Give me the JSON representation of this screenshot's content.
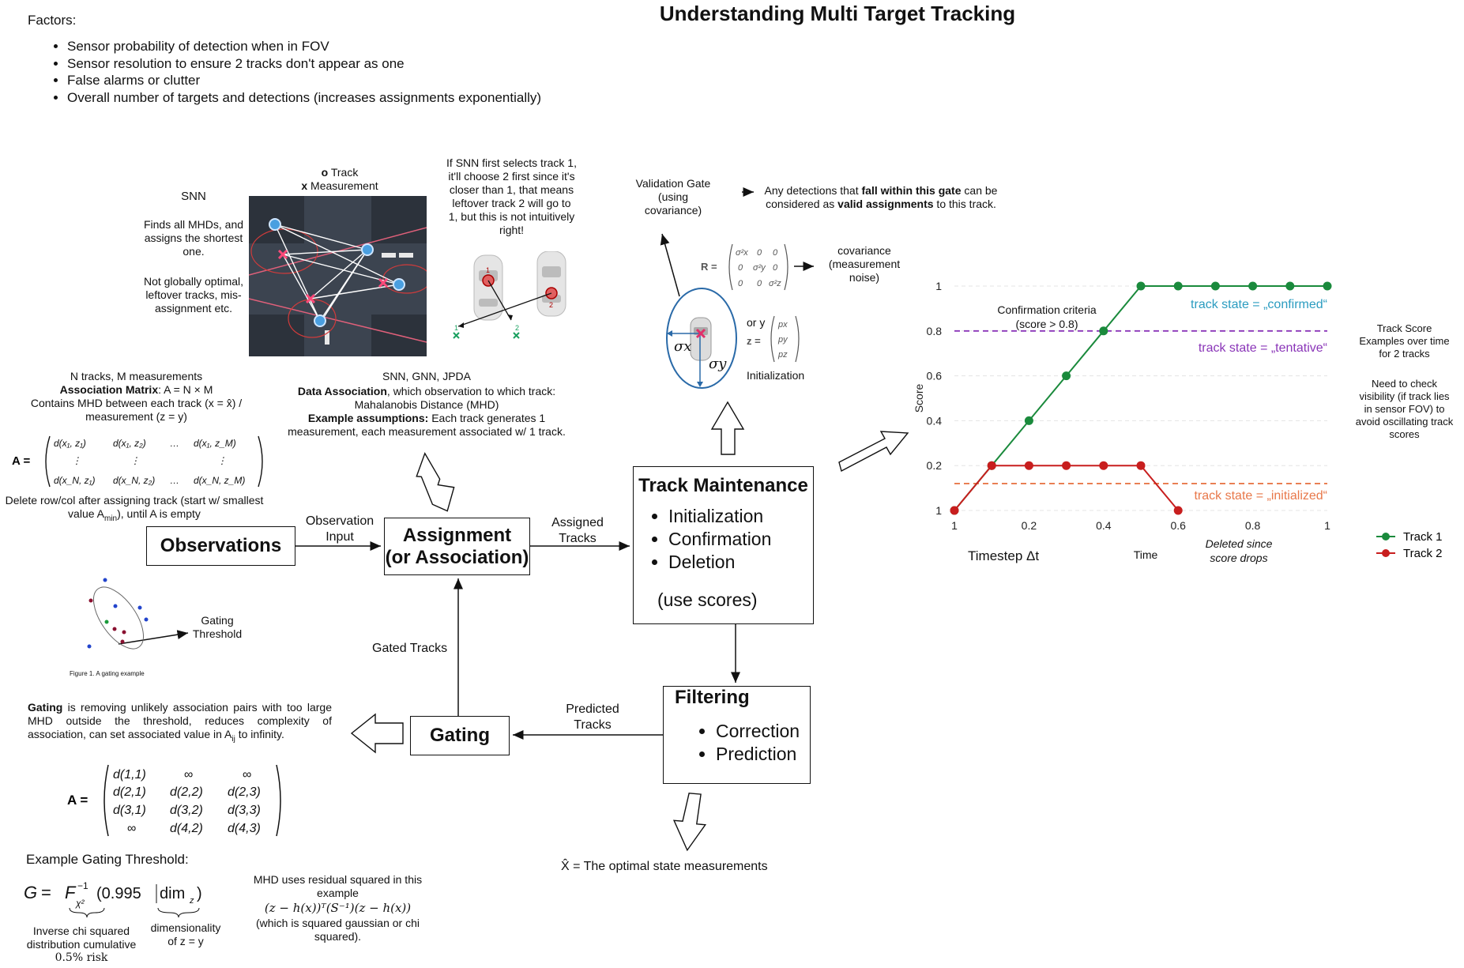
{
  "title": "Understanding Multi Target Tracking",
  "factors": {
    "heading": "Factors:",
    "items": [
      "Sensor probability of detection when in FOV",
      "Sensor resolution to ensure 2 tracks don't appear as one",
      "False alarms or clutter",
      "Overall number of targets and detections (increases assignments exponentially)"
    ]
  },
  "boxes": {
    "observations": "Observations",
    "assignment_line1": "Assignment",
    "assignment_line2": "(or Association)",
    "maintenance_title": "Track Maintenance",
    "maintenance_items": [
      "Initialization",
      "Confirmation",
      "Deletion"
    ],
    "maintenance_note": "(use scores)",
    "filtering_title": "Filtering",
    "filtering_items": [
      "Correction",
      "Prediction"
    ],
    "gating": "Gating"
  },
  "arrow_labels": {
    "observation_input_1": "Observation",
    "observation_input_2": "Input",
    "assigned_1": "Assigned",
    "assigned_2": "Tracks",
    "gated": "Gated Tracks",
    "predicted_1": "Predicted",
    "predicted_2": "Tracks"
  },
  "snn": {
    "heading": "SNN",
    "desc1": "Finds all MHDs, and assigns the shortest one.",
    "desc2": "Not globally optimal, leftover tracks, mis-assignment etc.",
    "legend_track_sym": "o",
    "legend_track": "Track",
    "legend_meas_sym": "x",
    "legend_meas": "Measurement",
    "note": "If SNN first selects track 1, it'll choose 2 first since it's closer than 1, that means leftover track 2 will go to 1, but this is not intuitively right!"
  },
  "association": {
    "heading": "SNN, GNN, JPDA",
    "line1_bold": "Data Association",
    "line1_rest": ", which observation to which track:",
    "line2": "Mahalanobis Distance (MHD)",
    "line3_bold": "Example assumptions:",
    "line3_rest": " Each track generates 1",
    "line4": "measurement, each measurement associated w/ 1 track."
  },
  "matrix_text": {
    "line1": "N tracks, M measurements",
    "line2_bold": "Association Matrix",
    "line2_rest": ": A = N × M",
    "line3": "Contains MHD between each track (x = x̂) /",
    "line4": "measurement (z = y)",
    "delete1": "Delete row/col after assigning track (start w/ smallest",
    "delete2": "value A",
    "delete2_sub": "min",
    "delete2_rest": "), until A is empty"
  },
  "validation": {
    "gate": "Validation Gate (using covariance)",
    "valid_pre": "Any detections that ",
    "valid_bold1": "fall within this gate",
    "valid_mid": " can be considered as ",
    "valid_bold2": "valid assignments",
    "valid_post": " to this track.",
    "covariance": "covariance (measurement noise)",
    "or_y": "or y",
    "initialization": "Initialization",
    "sigma_x": "σx",
    "sigma_y": "σy"
  },
  "gating": {
    "threshold_label": "Gating Threshold",
    "figure_caption": "Figure 1. A gating example",
    "desc_bold": "Gating",
    "desc_rest": " is removing unlikely association pairs with too large MHD outside the threshold, reduces complexity of association, can set associated value in A",
    "desc_sub": "ij",
    "desc_end": " to infinity.",
    "example_heading": "Example Gating Threshold:",
    "inv_chi": "Inverse chi squared distribution cumulative",
    "risk": "0.5% risk",
    "dimensionality": "dimensionality",
    "of_z": "of z = y",
    "mhd_note1": "MHD uses residual squared in this example",
    "mhd_formula": "(z − h(x))ᵀ(S⁻¹)(z − h(x))",
    "mhd_note2": "(which is squared gaussian or chi squared)."
  },
  "optimal": "X̂ = The optimal state measurements",
  "side_notes": {
    "track_score": "Track Score Examples over time for 2 tracks",
    "visibility": "Need to check visibility (if track lies in sensor FOV) to avoid oscillating track scores"
  },
  "chart_data": {
    "type": "line",
    "ylabel": "Score",
    "xlabel": "Timestep Δt",
    "x_note": "Time",
    "deleted_note": "Deleted since score drops",
    "confirmation_label": "Confirmation criteria (score > 0.8)",
    "x_ticks": [
      "1",
      "0.2",
      "0.4",
      "0.6",
      "0.8",
      "1"
    ],
    "y_ticks": [
      "1",
      "0.2",
      "0.4",
      "0.6",
      "0.8",
      "1"
    ],
    "x": [
      0,
      0.1,
      0.2,
      0.3,
      0.4,
      0.5,
      0.6,
      0.7,
      0.8,
      0.9,
      1.0
    ],
    "ylim": [
      0,
      1
    ],
    "series": [
      {
        "name": "Track 1",
        "color": "#1a8a3c",
        "values": [
          0,
          0.2,
          0.4,
          0.6,
          0.8,
          1,
          1,
          1,
          1,
          1,
          1
        ]
      },
      {
        "name": "Track 2",
        "color": "#c81e1e",
        "values": [
          0,
          0.2,
          0.2,
          0.2,
          0.2,
          0.2,
          0
        ]
      }
    ],
    "thresholds": [
      {
        "label": "track state = „confirmed“",
        "y": 1.0,
        "color": "#2b9cc0"
      },
      {
        "label": "track state = „tentative“",
        "y": 0.8,
        "color": "#8a35b8"
      },
      {
        "label": "track state = „initialized“",
        "y": 0.12,
        "color": "#e8784a"
      }
    ],
    "grid": true,
    "legend": "bottom-right"
  }
}
